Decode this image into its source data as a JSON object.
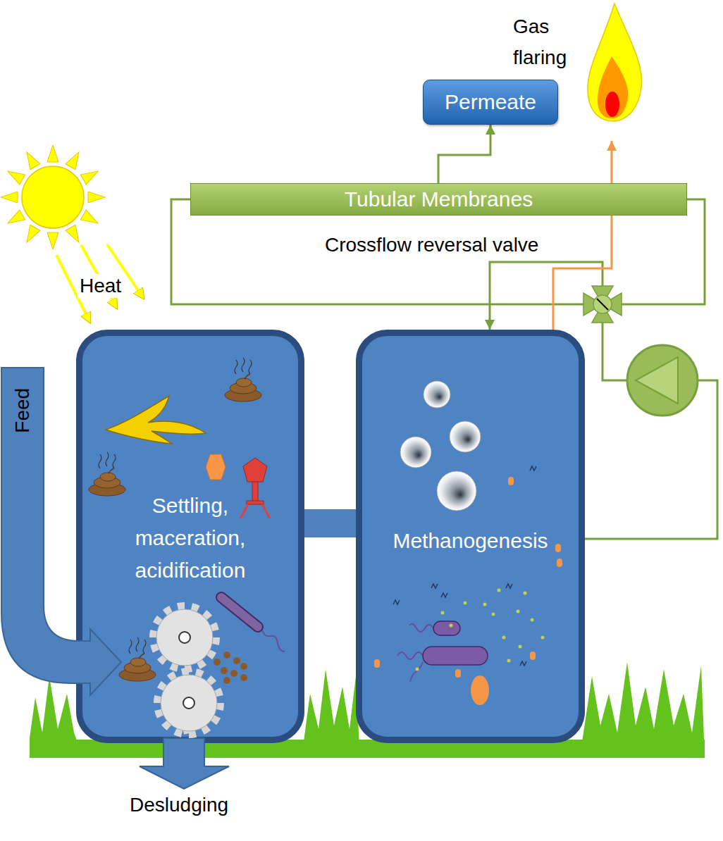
{
  "diagram": {
    "nodes": [
      {
        "text": [
          "Permeate"
        ]
      },
      {
        "text": [
          "Tubular Membranes"
        ]
      },
      {
        "text": [
          "Feed"
        ]
      },
      {
        "text": [
          "Settling, maceration, acidification"
        ]
      },
      {
        "text": [
          "Methanogenesis"
        ]
      }
    ],
    "edges": [
      {
        "from": 1,
        "to": 0,
        "arrow": "to"
      },
      {
        "from": 3,
        "to": 4,
        "arrow": "none"
      },
      {
        "from": 4,
        "to": 1,
        "arrow": "none"
      },
      {
        "from": 1,
        "to": 4,
        "arrow": "to"
      }
    ],
    "labels": [
      "Gas flaring",
      "Crossflow reversal valve",
      "Heat",
      "Desludging"
    ]
  }
}
